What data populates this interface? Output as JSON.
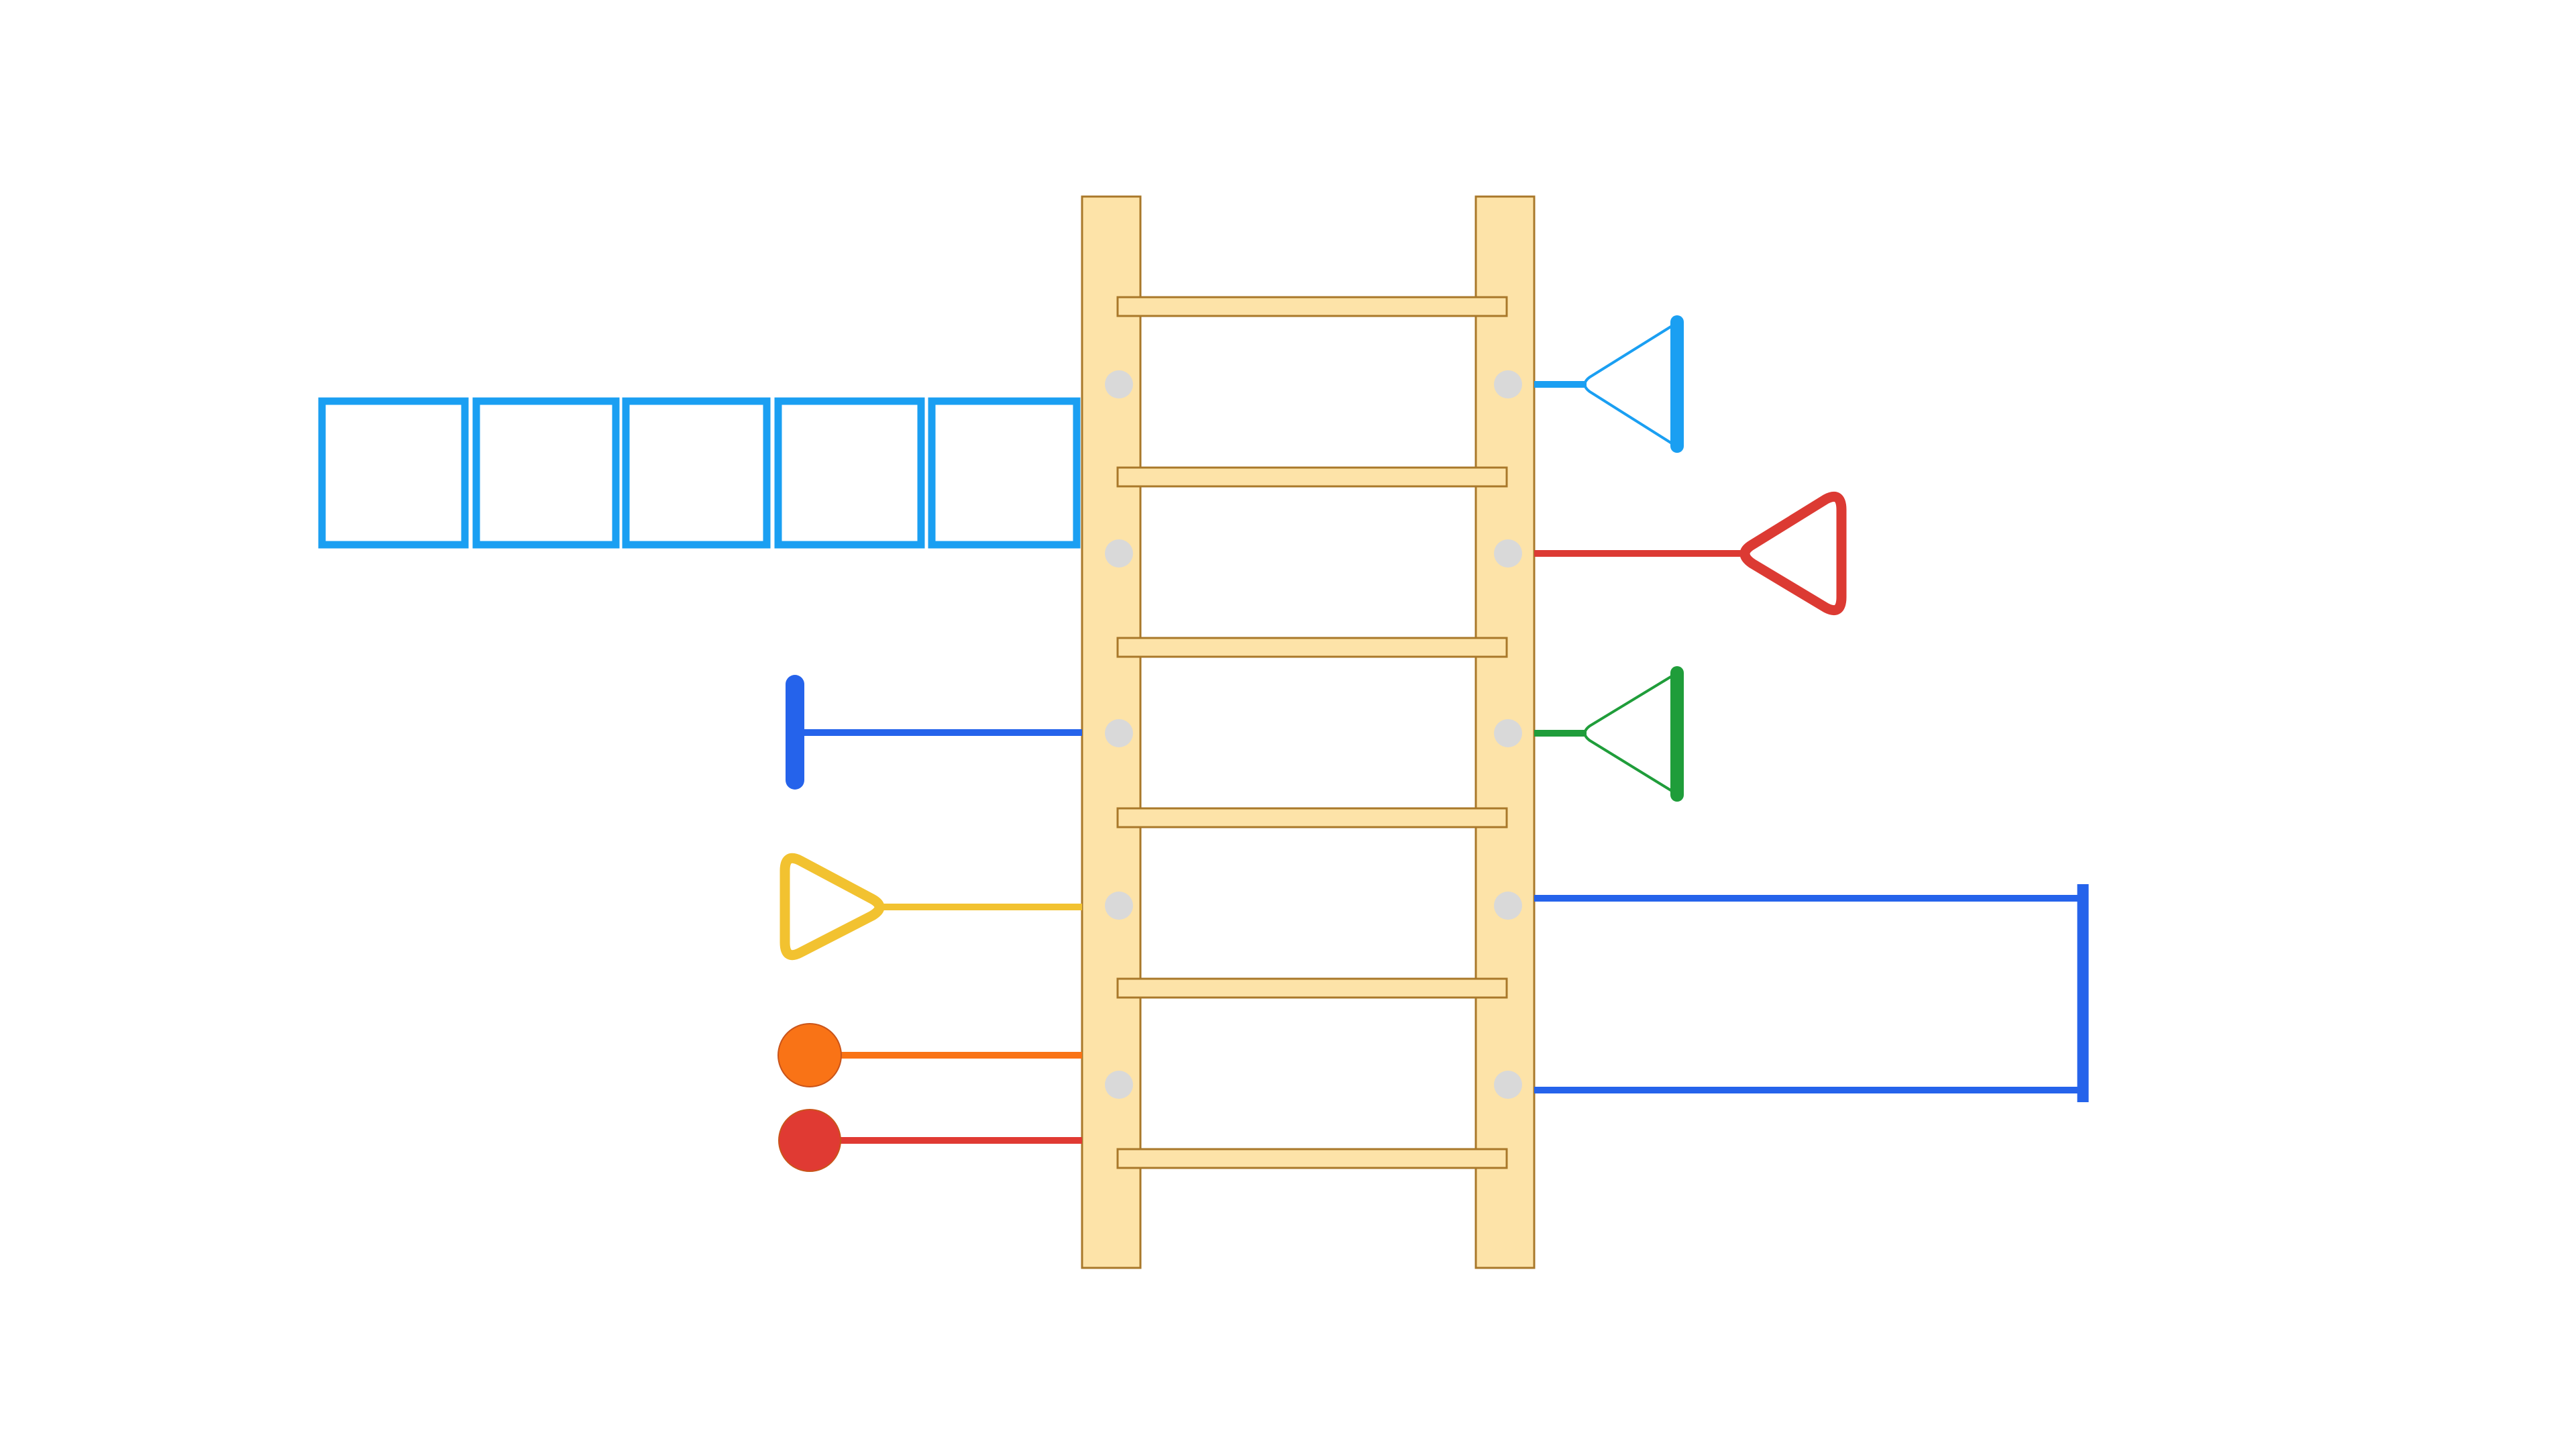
{
  "diagram": {
    "kind": "ladder-diagram",
    "background": "#ffffff",
    "ladder": {
      "rail_color": "#fde3a8",
      "rail_border": "#a9782a",
      "rung_count": 6,
      "connector_dot_color": "#d9d9d9"
    },
    "left_attachments": [
      {
        "name": "box-chain",
        "shape": "box-chain",
        "box_count": 5,
        "color": "#1a9ff2"
      },
      {
        "name": "blue-t-bar",
        "shape": "bar-end",
        "color": "#2563eb"
      },
      {
        "name": "yellow-triangle",
        "shape": "triangle",
        "color": "#f2c230"
      },
      {
        "name": "orange-circle",
        "shape": "circle",
        "color": "#f97316"
      },
      {
        "name": "red-circle",
        "shape": "circle",
        "color": "#e03a33"
      }
    ],
    "right_attachments": [
      {
        "name": "cyan-arrowhead",
        "shape": "arrowhead",
        "color": "#1a9ff2"
      },
      {
        "name": "red-triangle",
        "shape": "triangle",
        "color": "#dc3a33"
      },
      {
        "name": "green-arrowhead",
        "shape": "arrowhead",
        "color": "#1f9d3a"
      },
      {
        "name": "blue-bracket",
        "shape": "bracket",
        "color": "#2563eb"
      }
    ]
  }
}
